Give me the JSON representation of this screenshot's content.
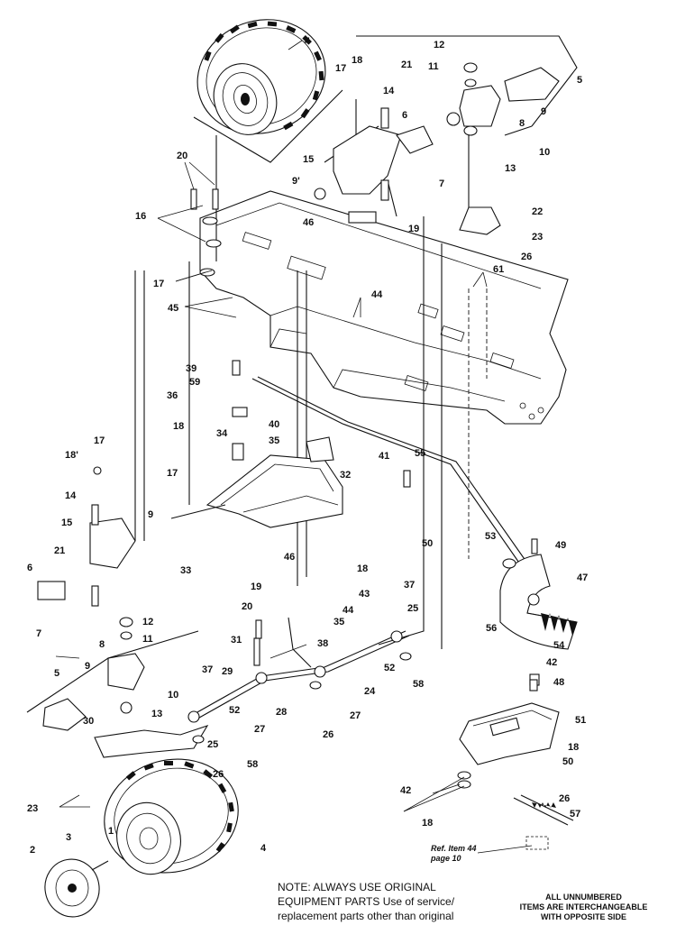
{
  "labels": [
    "4",
    "17",
    "18",
    "12",
    "21",
    "11",
    "5",
    "9",
    "8",
    "6",
    "14",
    "10",
    "15",
    "13",
    "7",
    "9'",
    "20",
    "16",
    "22",
    "46",
    "19",
    "23",
    "26",
    "61",
    "17",
    "44",
    "45",
    "39",
    "59",
    "36",
    "40",
    "35",
    "18",
    "34",
    "17",
    "41",
    "55",
    "18'",
    "17",
    "32",
    "14",
    "15",
    "9",
    "21",
    "46",
    "18",
    "6",
    "33",
    "53",
    "49",
    "50",
    "19",
    "20",
    "43",
    "47",
    "7",
    "44",
    "35",
    "37",
    "25",
    "12",
    "56",
    "11",
    "54",
    "31",
    "38",
    "8",
    "9",
    "52",
    "42",
    "10",
    "37",
    "29",
    "48",
    "5",
    "28",
    "24",
    "58",
    "13",
    "27",
    "52",
    "27",
    "26",
    "51",
    "30",
    "25",
    "26",
    "58",
    "18",
    "50",
    "23",
    "42",
    "26",
    "18",
    "3",
    "1",
    "57",
    "2",
    "4"
  ],
  "notes": {
    "main_line1": "NOTE: ALWAYS USE ORIGINAL",
    "main_line2": "EQUIPMENT PARTS Use of service/",
    "main_line3": "replacement parts other than original",
    "side_line1": "ALL UNNUMBERED",
    "side_line2": "ITEMS ARE INTERCHANGEABLE",
    "side_line3": "WITH OPPOSITE SIDE",
    "ref_line1": "Ref. Item 44",
    "ref_line2": "page 10"
  }
}
